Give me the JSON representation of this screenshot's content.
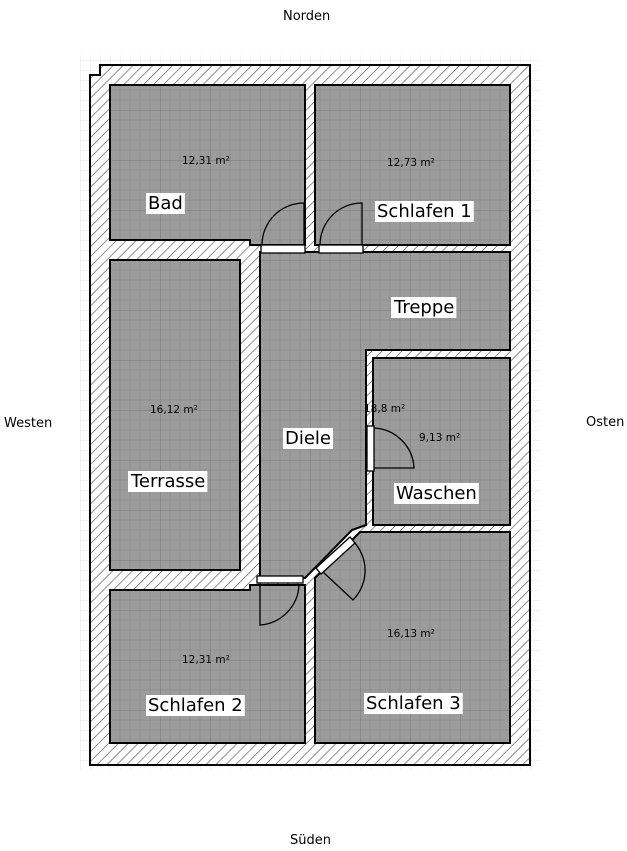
{
  "compass": {
    "north": "Norden",
    "south": "Süden",
    "west": "Westen",
    "east": "Osten"
  },
  "rooms": [
    {
      "name": "Bad",
      "area": "12,31 m²"
    },
    {
      "name": "Schlafen 1",
      "area": "12,73 m²"
    },
    {
      "name": "Terrasse",
      "area": "16,12 m²"
    },
    {
      "name": "Treppe",
      "area": ""
    },
    {
      "name": "Diele",
      "area": "18,8 m²"
    },
    {
      "name": "Waschen",
      "area": "9,13 m²"
    },
    {
      "name": "Schlafen 2",
      "area": "12,31 m²"
    },
    {
      "name": "Schlafen 3",
      "area": "16,13 m²"
    }
  ],
  "colors": {
    "floor": "#9c9c9c",
    "wall_line": "#000000",
    "grid": "#8a8a8a"
  }
}
